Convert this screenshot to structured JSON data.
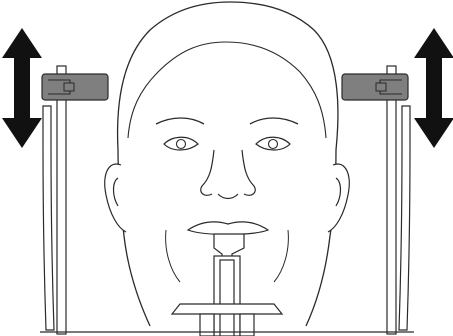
{
  "colors": {
    "background": "#ffffff",
    "line": "#2a2a2a",
    "arrow_fill": "#111111",
    "holder_fill": "#7f7f7f",
    "holder_stroke": "#2a2a2a"
  },
  "figure": {
    "subject": "head-positioning-illustration",
    "arrows": [
      {
        "side": "left",
        "direction": "up-down",
        "icon": "vertical-double-arrow-icon"
      },
      {
        "side": "right",
        "direction": "up-down",
        "icon": "vertical-double-arrow-icon"
      }
    ],
    "components": [
      "ear-rod-left",
      "ear-rod-right",
      "temple-holder-left",
      "temple-holder-right",
      "bite-block",
      "chin-rest"
    ]
  }
}
